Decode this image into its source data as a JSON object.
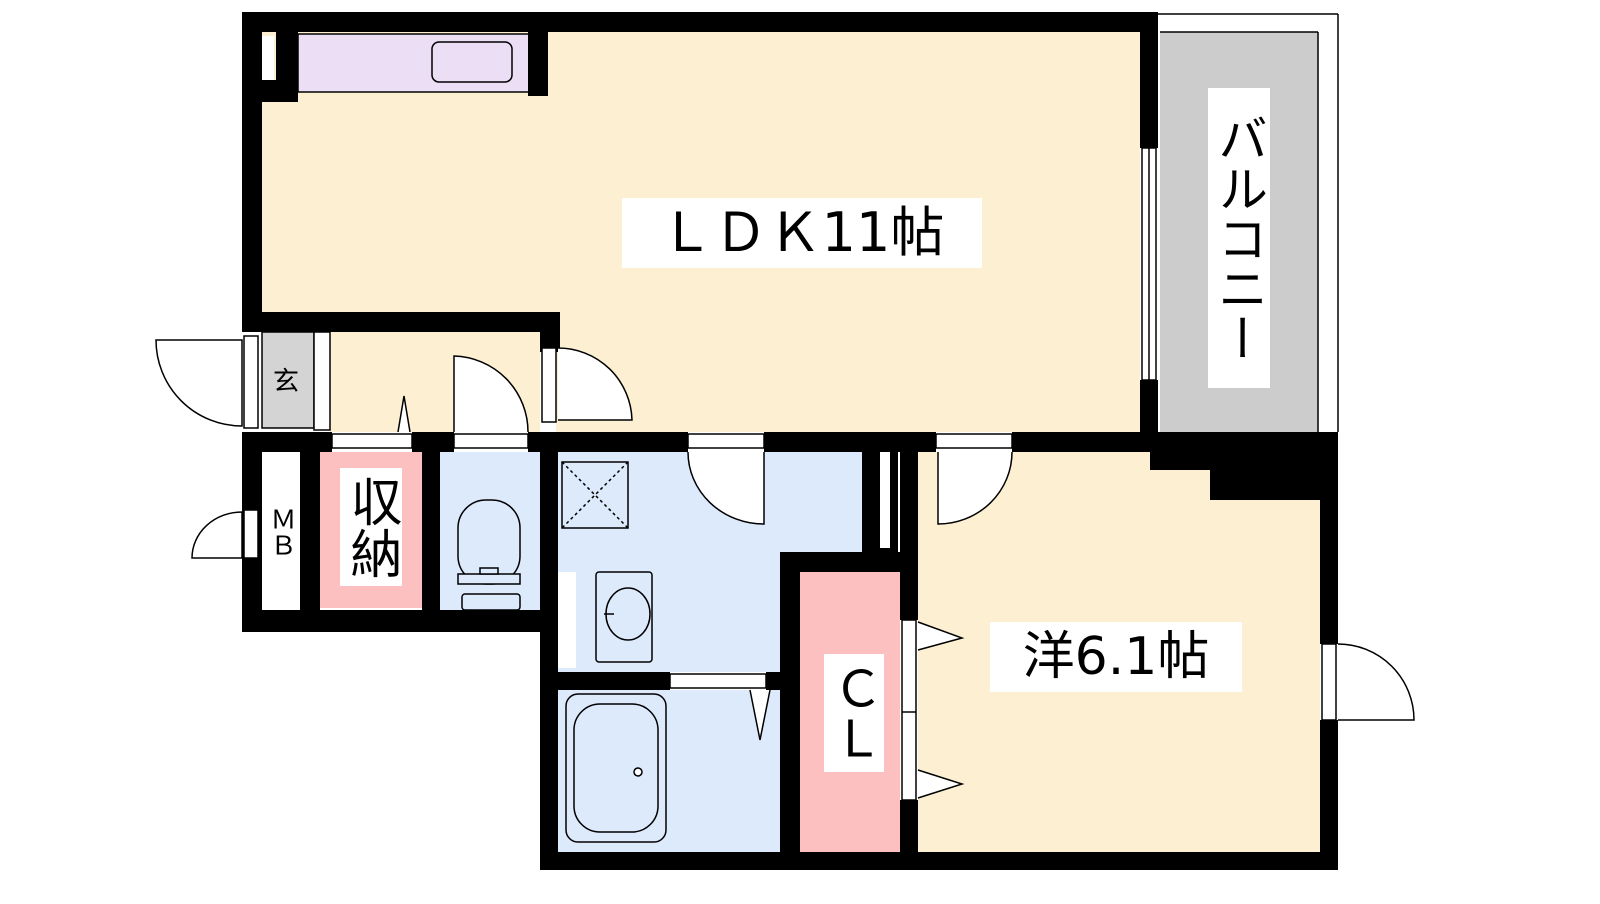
{
  "rooms": {
    "ldk": "ＬＤＫ11帖",
    "balcony": "バルコニー",
    "western_room": "洋6.1帖",
    "entrance": "玄",
    "meter_box": "ＭＢ",
    "storage": "収納",
    "closet": "ＣＬ"
  },
  "colors": {
    "wall": "#000000",
    "living_floor": "#fdf0d2",
    "wet_area": "#dceafc",
    "storage": "#fcc0c0",
    "balcony": "#cccccc",
    "kitchen": "#ecdff5",
    "entrance": "#d4d4d4"
  }
}
